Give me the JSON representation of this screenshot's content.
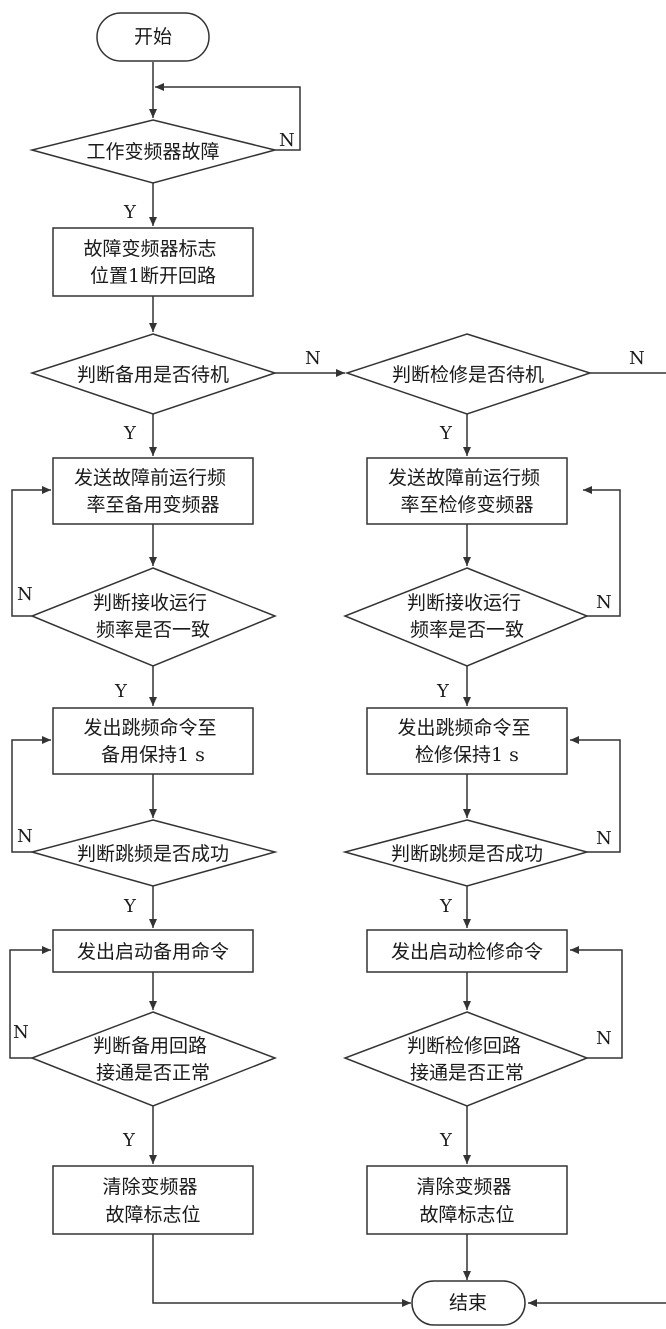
{
  "diagram": {
    "start": "开始",
    "end": "结束",
    "check_fault": "工作变频器故障",
    "set_flag": [
      "故障变频器标志",
      "位置1断开回路"
    ],
    "check_standby": "判断备用是否待机",
    "check_repair": "判断检修是否待机",
    "left": {
      "send_freq": [
        "发送故障前运行频",
        "率至备用变频器"
      ],
      "check_freq": [
        "判断接收运行",
        "频率是否一致"
      ],
      "jump_cmd": [
        "发出跳频命令至",
        "备用保持1 s"
      ],
      "check_jump": "判断跳频是否成功",
      "start_cmd": "发出启动备用命令",
      "check_loop": [
        "判断备用回路",
        "接通是否正常"
      ],
      "clear_flag": [
        "清除变频器",
        "故障标志位"
      ]
    },
    "right": {
      "send_freq": [
        "发送故障前运行频",
        "率至检修变频器"
      ],
      "check_freq": [
        "判断接收运行",
        "频率是否一致"
      ],
      "jump_cmd": [
        "发出跳频命令至",
        "检修保持1 s"
      ],
      "check_jump": "判断跳频是否成功",
      "start_cmd": "发出启动检修命令",
      "check_loop": [
        "判断检修回路",
        "接通是否正常"
      ],
      "clear_flag": [
        "清除变频器",
        "故障标志位"
      ]
    },
    "edge_labels": {
      "yes": "Y",
      "no": "N"
    }
  }
}
